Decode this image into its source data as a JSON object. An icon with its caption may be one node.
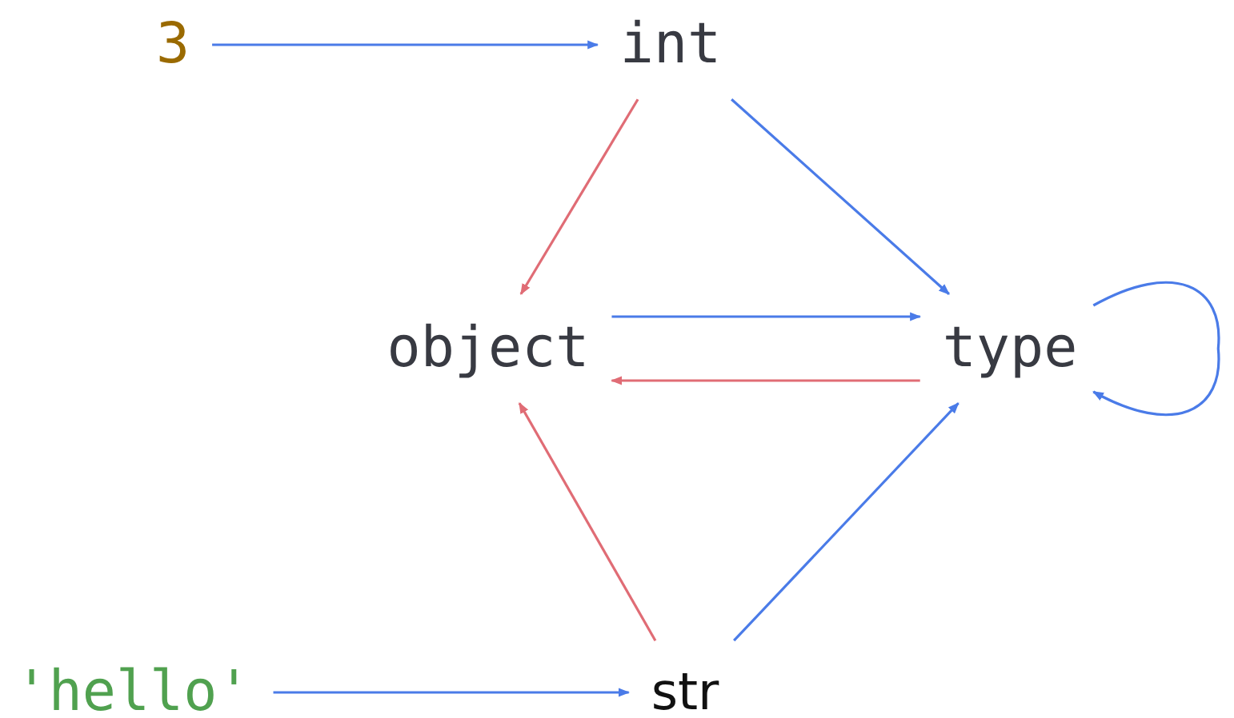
{
  "diagram": {
    "nodes": [
      {
        "text": [
          "3"
        ]
      },
      {
        "text": [
          "int"
        ]
      },
      {
        "text": [
          "object"
        ]
      },
      {
        "text": [
          "type"
        ]
      },
      {
        "text": [
          "'hello'"
        ]
      },
      {
        "text": [
          "str"
        ]
      }
    ],
    "edges": [
      {
        "from": 0,
        "to": 1,
        "arrow": "to"
      },
      {
        "from": 1,
        "to": 3,
        "arrow": "to"
      },
      {
        "from": 1,
        "to": 2,
        "arrow": "to",
        "color": "#e06c75"
      },
      {
        "from": 2,
        "to": 3,
        "arrow": "to"
      },
      {
        "from": 3,
        "to": 2,
        "arrow": "to",
        "color": "#e06c75"
      },
      {
        "from": 3,
        "to": 3,
        "arrow": "to"
      },
      {
        "from": 5,
        "to": 2,
        "arrow": "to",
        "color": "#e06c75"
      },
      {
        "from": 5,
        "to": 3,
        "arrow": "to"
      },
      {
        "from": 4,
        "to": 5,
        "arrow": "to"
      }
    ]
  }
}
